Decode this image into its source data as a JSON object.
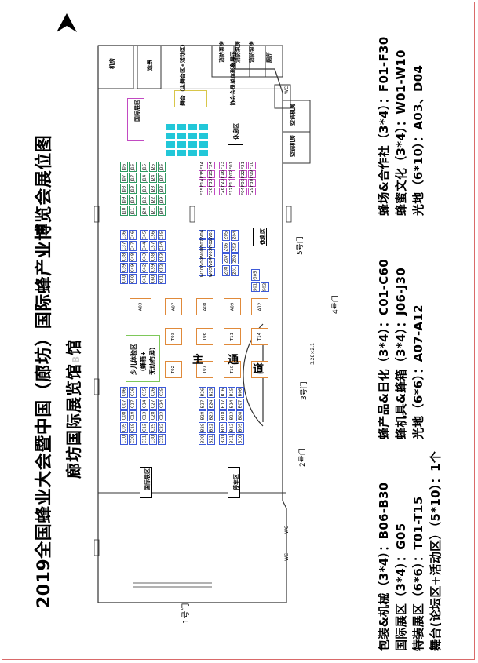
{
  "title": "2019全国蜂业大会暨中国（廊坊）国际蜂产业博览会展位图",
  "subtitle": "廊坊国际展览馆",
  "subtitle_suffix": "馆",
  "colors": {
    "frame": "#d96a6a",
    "pink": "#c24ac2",
    "green": "#2f9a62",
    "blue": "#3d5ad8",
    "orange": "#e08a3a",
    "lime": "#7ec85a",
    "cyan": "#22c7d8"
  },
  "legend": {
    "left_col": [
      "包装&机械（3*4）：B06-B30",
      "国际展区（3*4）：G05",
      "特装展区（6*6）：T01-T15",
      "舞台(论坛区+活动区）（5*10）：1个"
    ],
    "mid_col": [
      "蜂产品&日化（3*4）：C01-C60",
      "蜂机具&蜂箱（3*4）：J06-J30",
      "光地（6*6）：A07-A12"
    ],
    "right_col": [
      "蜂场&合作社（3*4）：F01-F30",
      "蜂蜜文化（3*4）：W01-W10",
      "光地（6*10）：A03、D04"
    ]
  },
  "map": {
    "main_road": [
      "主",
      "通",
      "道"
    ],
    "doors": [
      "1号门",
      "2号门",
      "3号门",
      "4号门",
      "5号门"
    ],
    "kids_zone": [
      "少儿体验区",
      "（蜂箱+",
      "无动布展）"
    ],
    "stage_label": "舞台（主舞台区+活动区）",
    "sign_label": "协会会员单位形象展示",
    "rooms": [
      "机房",
      "造景",
      "消防泵房",
      "消防泵房",
      "消防泵房",
      "厕所",
      "空调机房",
      "空调机房",
      "休息区",
      "休息区"
    ],
    "wc": "WC",
    "dims": "3.28×2.1",
    "booths_f": [
      "F34",
      "F35",
      "F14",
      "F15",
      "F24",
      "F25",
      "F33",
      "F36",
      "F13",
      "F16",
      "F23",
      "F26",
      "F01",
      "F02",
      "F11",
      "F12",
      "F21",
      "F22",
      "F03",
      "F04",
      "F10",
      "F09",
      "F30",
      "F29"
    ],
    "booths_j": [
      "J06",
      "J07",
      "J08",
      "J09",
      "J10",
      "J16",
      "J17",
      "J18",
      "J19",
      "J11",
      "J15",
      "J14",
      "J13",
      "J12",
      "J20",
      "J25",
      "J24",
      "J23",
      "J22",
      "J21",
      "J26",
      "J27",
      "J28",
      "J29",
      "J30"
    ],
    "booths_w": [
      "W06",
      "W07",
      "W08",
      "W09",
      "W10",
      "W01",
      "W02",
      "W03",
      "W04",
      "W05"
    ],
    "booths_z": [
      "Z05",
      "Z06",
      "Z07",
      "Z08",
      "Z04",
      "Z03",
      "Z02",
      "Z01"
    ],
    "booths_c": [
      "C36",
      "C37",
      "C38",
      "C39",
      "C40",
      "C46",
      "C47",
      "C48",
      "C49",
      "C50",
      "C45",
      "C44",
      "C43",
      "C42",
      "C41",
      "C56",
      "C57",
      "C58",
      "C59",
      "C60",
      "C55",
      "C54",
      "C53",
      "C52",
      "C51"
    ],
    "booths_cl": [
      "C06",
      "C07",
      "C08",
      "C09",
      "C10",
      "C16",
      "C17",
      "C18",
      "C19",
      "C20",
      "C15",
      "C14",
      "C13",
      "C12",
      "C11",
      "C26",
      "C27",
      "C28",
      "C29",
      "C30",
      "C25",
      "C24",
      "C23",
      "C22",
      "C21"
    ],
    "booths_b": [
      "B26",
      "B27",
      "B28",
      "B29",
      "B30",
      "B25",
      "B24",
      "B23",
      "B22",
      "B21",
      "B16",
      "B17",
      "B18",
      "B19",
      "B20",
      "B15",
      "B14",
      "B13",
      "B12",
      "B11",
      "B06",
      "B07",
      "B08",
      "B09",
      "B10"
    ],
    "booths_a": [
      "A07",
      "A08",
      "A09",
      "A12",
      "A03",
      "D04"
    ],
    "booths_t": [
      "T03",
      "T06",
      "T11",
      "T14",
      "T02",
      "T07",
      "T10",
      "T15"
    ],
    "booths_g": [
      "G05",
      "S01",
      "S02"
    ],
    "extra_labels": [
      "国际展区",
      "停车区"
    ]
  }
}
